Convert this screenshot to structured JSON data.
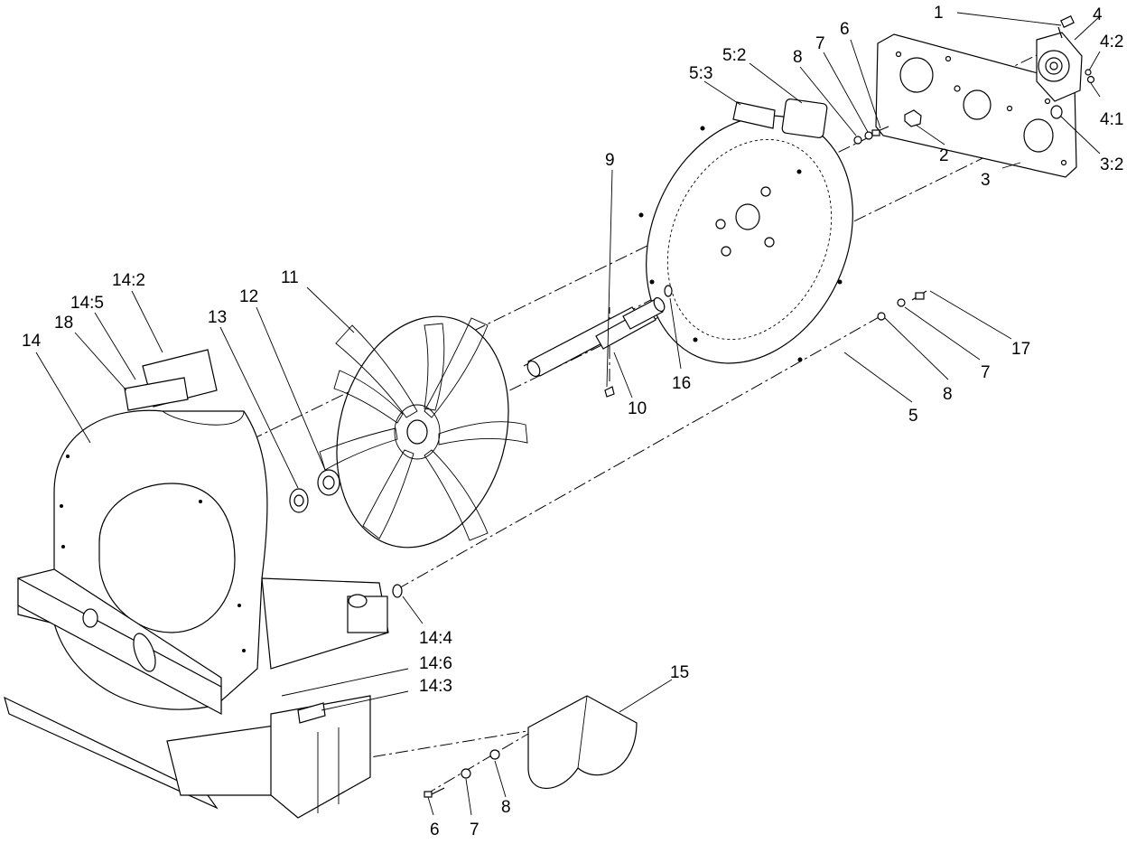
{
  "callouts": [
    {
      "id": "c1",
      "label": "1"
    },
    {
      "id": "c4",
      "label": "4"
    },
    {
      "id": "c4-2",
      "label": "4:2"
    },
    {
      "id": "c4-1",
      "label": "4:1"
    },
    {
      "id": "c3-2",
      "label": "3:2"
    },
    {
      "id": "c2",
      "label": "2"
    },
    {
      "id": "c3",
      "label": "3"
    },
    {
      "id": "c6-top",
      "label": "6"
    },
    {
      "id": "c7-top",
      "label": "7"
    },
    {
      "id": "c8-top",
      "label": "8"
    },
    {
      "id": "c5-2",
      "label": "5:2"
    },
    {
      "id": "c5-3",
      "label": "5:3"
    },
    {
      "id": "c9",
      "label": "9"
    },
    {
      "id": "c11",
      "label": "11"
    },
    {
      "id": "c12",
      "label": "12"
    },
    {
      "id": "c13",
      "label": "13"
    },
    {
      "id": "c14-2",
      "label": "14:2"
    },
    {
      "id": "c14-5",
      "label": "14:5"
    },
    {
      "id": "c18",
      "label": "18"
    },
    {
      "id": "c14",
      "label": "14"
    },
    {
      "id": "c10",
      "label": "10"
    },
    {
      "id": "c16",
      "label": "16"
    },
    {
      "id": "c5",
      "label": "5"
    },
    {
      "id": "c8-mid",
      "label": "8"
    },
    {
      "id": "c7-mid",
      "label": "7"
    },
    {
      "id": "c17",
      "label": "17"
    },
    {
      "id": "c14-4",
      "label": "14:4"
    },
    {
      "id": "c14-6",
      "label": "14:6"
    },
    {
      "id": "c14-3",
      "label": "14:3"
    },
    {
      "id": "c15",
      "label": "15"
    },
    {
      "id": "c6-bot",
      "label": "6"
    },
    {
      "id": "c7-bot",
      "label": "7"
    },
    {
      "id": "c8-bot",
      "label": "8"
    }
  ]
}
